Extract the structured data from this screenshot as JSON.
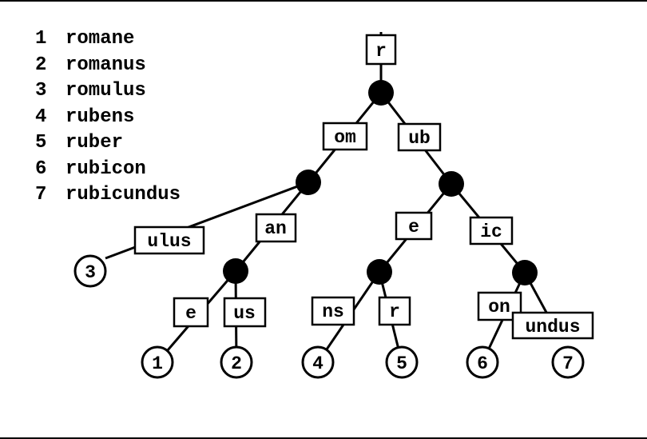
{
  "legend": [
    {
      "number": "1",
      "word": "romane"
    },
    {
      "number": "2",
      "word": "romanus"
    },
    {
      "number": "3",
      "word": "romulus"
    },
    {
      "number": "4",
      "word": "rubens"
    },
    {
      "number": "5",
      "word": "ruber"
    },
    {
      "number": "6",
      "word": "rubicon"
    },
    {
      "number": "7",
      "word": "rubicundus"
    }
  ],
  "edge_labels": {
    "root": "r",
    "om": "om",
    "ub": "ub",
    "ulus": "ulus",
    "an": "an",
    "e_left": "e",
    "us": "us",
    "e_right": "e",
    "ic": "ic",
    "ns": "ns",
    "r_leaf": "r",
    "on": "on",
    "undus": "undus"
  },
  "leaves": [
    "1",
    "2",
    "3",
    "4",
    "5",
    "6",
    "7"
  ]
}
